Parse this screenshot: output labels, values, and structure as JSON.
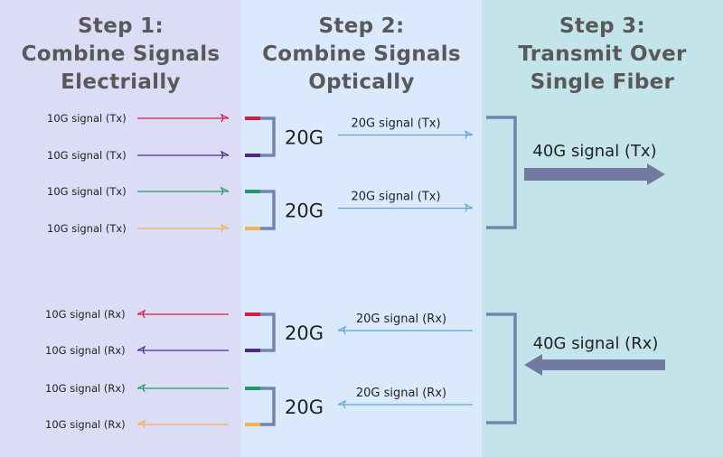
{
  "steps": [
    {
      "title": "Step 1:",
      "subtitle_line1": "Combine Signals",
      "subtitle_line2": "Electrially"
    },
    {
      "title": "Step 2:",
      "subtitle_line1": "Combine Signals",
      "subtitle_line2": "Optically"
    },
    {
      "title": "Step 3:",
      "subtitle_line1": "Transmit Over",
      "subtitle_line2": "Single Fiber"
    }
  ],
  "tx": {
    "inputs": [
      {
        "label": "10G signal (Tx)",
        "color": "#d81b3c"
      },
      {
        "label": "10G signal (Tx)",
        "color": "#4b2a8a"
      },
      {
        "label": "10G signal (Tx)",
        "color": "#1f9a6a"
      },
      {
        "label": "10G signal (Tx)",
        "color": "#f2b24c"
      }
    ],
    "combined": [
      {
        "rate": "20G",
        "label": "20G signal (Tx)"
      },
      {
        "rate": "20G",
        "label": "20G signal (Tx)"
      }
    ],
    "fiber_label": "40G signal (Tx)"
  },
  "rx": {
    "outputs": [
      {
        "label": "10G signal (Rx)",
        "color": "#d81b3c"
      },
      {
        "label": "10G signal (Rx)",
        "color": "#4b2a8a"
      },
      {
        "label": "10G signal (Rx)",
        "color": "#1f9a6a"
      },
      {
        "label": "10G signal (Rx)",
        "color": "#f2b24c"
      }
    ],
    "combined": [
      {
        "rate": "20G",
        "label": "20G signal (Rx)"
      },
      {
        "rate": "20G",
        "label": "20G signal (Rx)"
      }
    ],
    "fiber_label": "40G signal (Rx)"
  },
  "colors": {
    "bracket": "#6f86b0",
    "optical_arrow": "#5aa6d6",
    "fiber_arrow": "#737a9f",
    "text": "#222222"
  }
}
